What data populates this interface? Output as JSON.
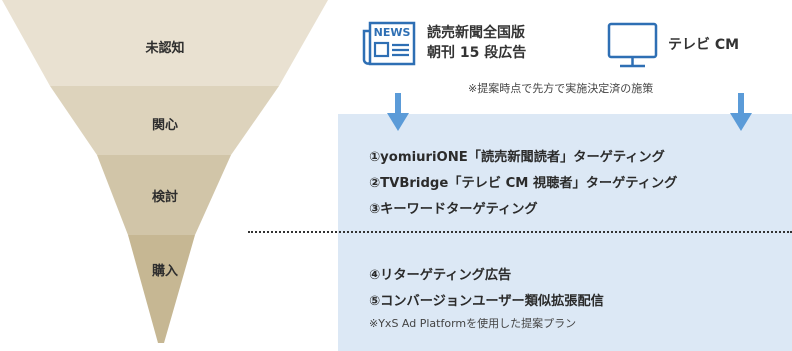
{
  "funnel": {
    "stages": [
      {
        "label": "未認知",
        "color": "#e9e1d1"
      },
      {
        "label": "関心",
        "color": "#ddd3bc"
      },
      {
        "label": "検討",
        "color": "#d1c5a8"
      },
      {
        "label": "購入",
        "color": "#c6b793"
      }
    ]
  },
  "media": {
    "newspaper": {
      "icon": "newspaper-icon",
      "icon_text": "NEWS",
      "title_line1": "読売新聞全国版",
      "title_line2": "朝刊 15 段広告"
    },
    "tv": {
      "icon": "tv-icon",
      "title": "テレビ CM"
    },
    "note": "※提案時点で先方で実施決定済の施策"
  },
  "tactics_upper": [
    "①yomiuriONE「読売新聞読者」ターゲティング",
    "②TVBridge「テレビ CM 視聴者」ターゲティング",
    "③キーワードターゲティング"
  ],
  "tactics_lower": [
    "④リターゲティング広告",
    "⑤コンバージョンユーザー類似拡張配信"
  ],
  "platform_note": "※YxS Ad Platformを使用した提案プラン",
  "colors": {
    "arrow": "#5b9bd8",
    "icon": "#2e6fb4",
    "panel": "#dce8f5"
  }
}
